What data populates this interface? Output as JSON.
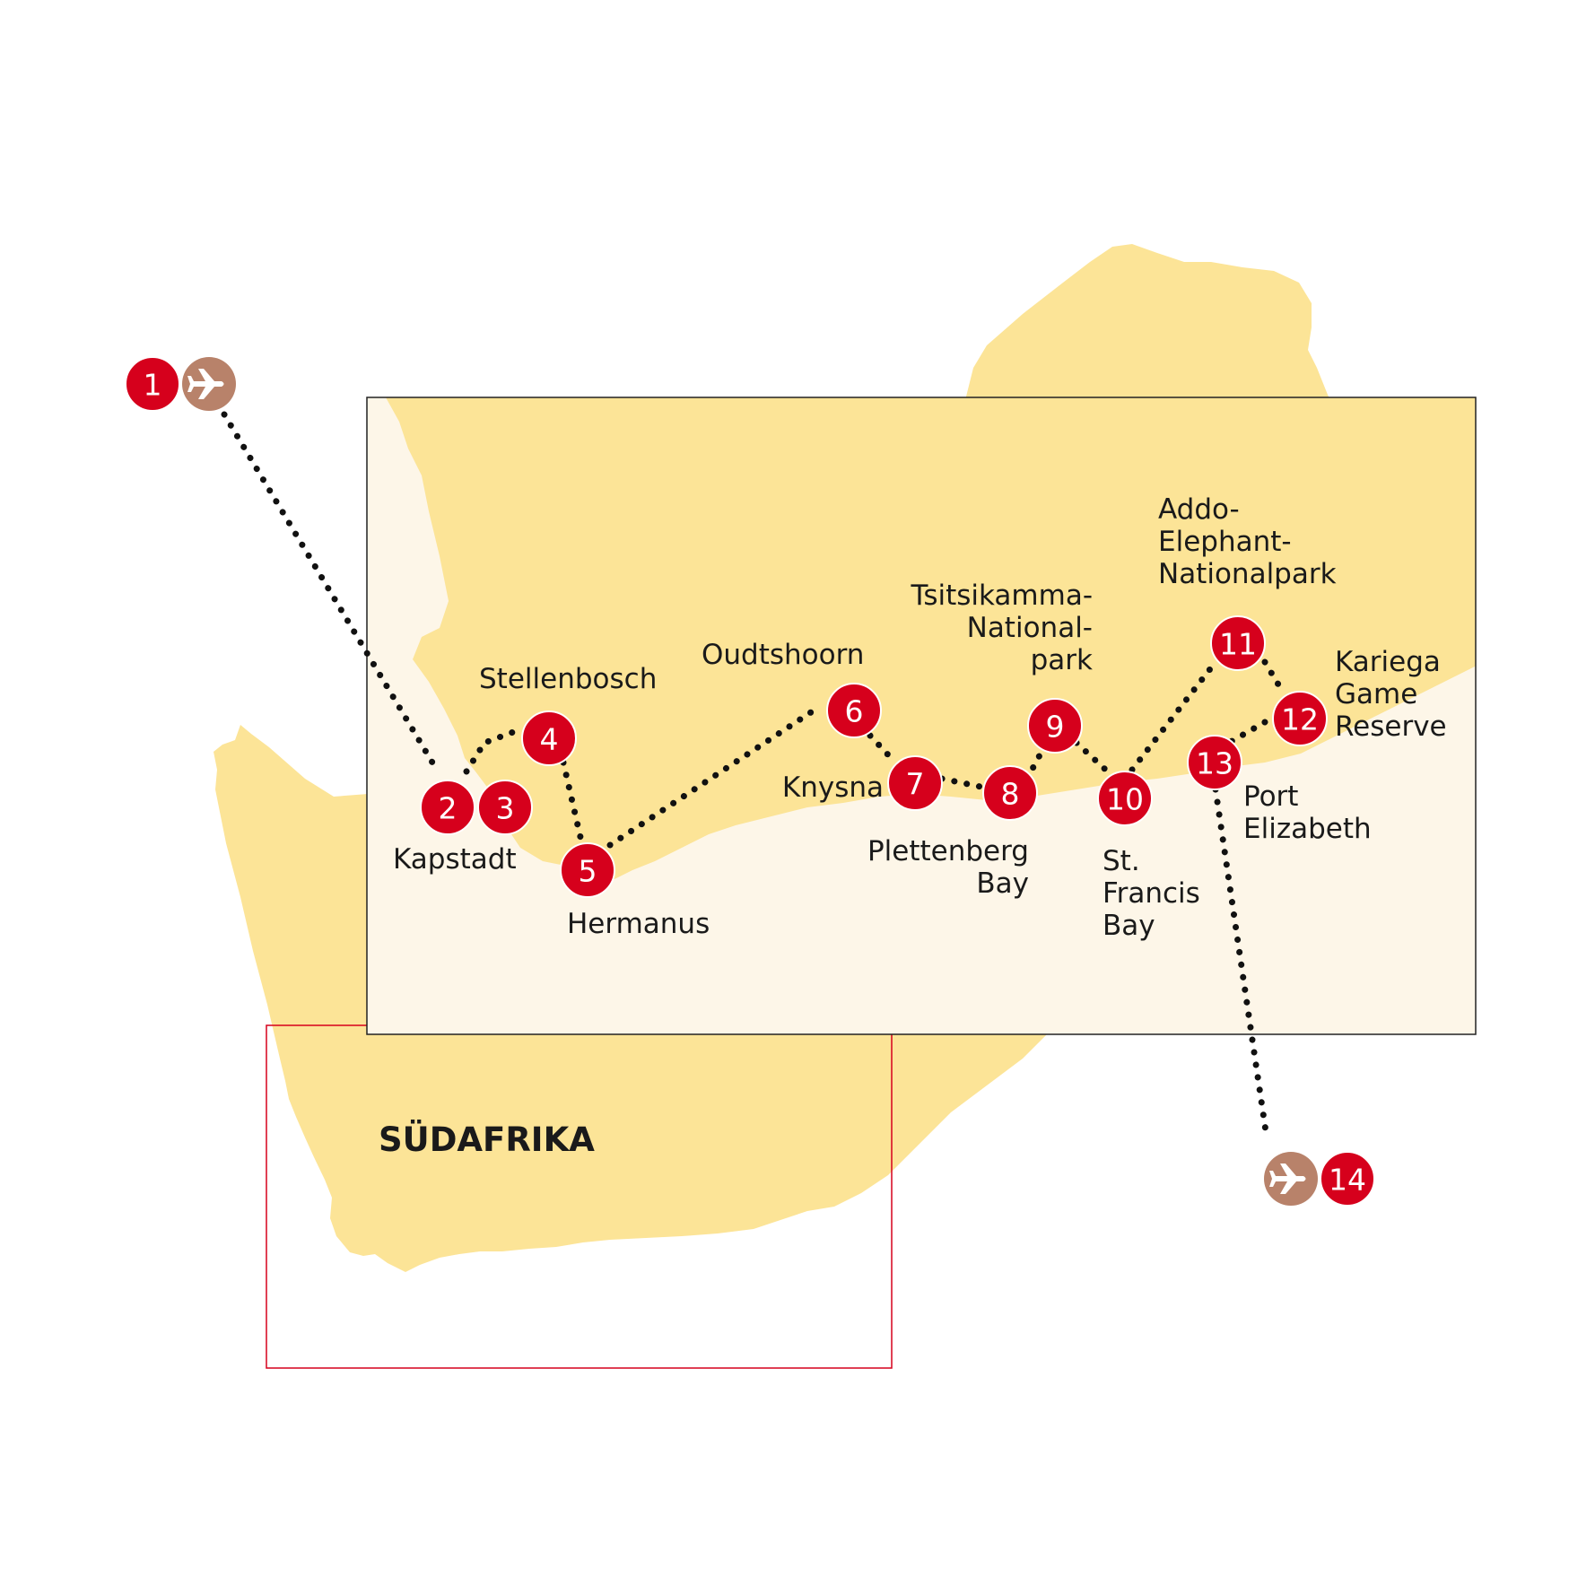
{
  "map": {
    "country_label": "SÜDAFRIKA",
    "colors": {
      "land": "#fce497",
      "sea_inset": "#fdf6e8",
      "stop_marker": "#d6001c",
      "flight_marker": "#b8826a",
      "route": "#111111",
      "overview_frame": "#d6001c",
      "inset_frame": "#222222"
    },
    "flight_icon": "airplane-icon",
    "stops": [
      {
        "number": "1",
        "place": "",
        "flight": true
      },
      {
        "number": "2",
        "place": "Kapstadt"
      },
      {
        "number": "3",
        "place": ""
      },
      {
        "number": "4",
        "place": "Stellenbosch"
      },
      {
        "number": "5",
        "place": "Hermanus"
      },
      {
        "number": "6",
        "place": "Oudtshoorn"
      },
      {
        "number": "7",
        "place": "Knysna"
      },
      {
        "number": "8",
        "place": "Plettenberg Bay"
      },
      {
        "number": "9",
        "place": "Tsitsikamma-National-park"
      },
      {
        "number": "10",
        "place": "St. Francis Bay"
      },
      {
        "number": "11",
        "place": "Addo-Elephant-Nationalpark"
      },
      {
        "number": "12",
        "place": "Kariega Game Reserve"
      },
      {
        "number": "13",
        "place": "Port Elizabeth"
      },
      {
        "number": "14",
        "place": "",
        "flight": true
      }
    ],
    "labels": {
      "kapstadt": [
        "Kapstadt"
      ],
      "stellenbosch": [
        "Stellenbosch"
      ],
      "hermanus": [
        "Hermanus"
      ],
      "oudtshoorn": [
        "Oudtshoorn"
      ],
      "knysna": [
        "Knysna"
      ],
      "plettenberg": [
        "Plettenberg",
        "Bay"
      ],
      "tsitsikamma": [
        "Tsitsikamma-",
        "National-",
        "park"
      ],
      "stfrancis": [
        "St.",
        "Francis",
        "Bay"
      ],
      "addo": [
        "Addo-",
        "Elephant-",
        "Nationalpark"
      ],
      "kariega": [
        "Kariega",
        "Game",
        "Reserve"
      ],
      "portelizabeth": [
        "Port",
        "Elizabeth"
      ]
    }
  }
}
